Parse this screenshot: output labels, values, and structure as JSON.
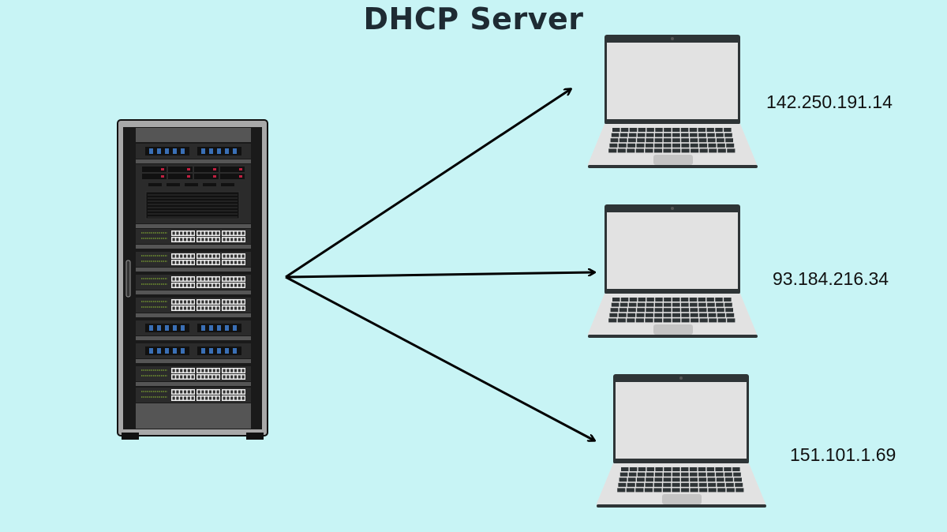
{
  "title": "DHCP Server",
  "server": {
    "name": "server-rack"
  },
  "clients": [
    {
      "ip": "142.250.191.14"
    },
    {
      "ip": "93.184.216.34"
    },
    {
      "ip": "151.101.1.69"
    }
  ],
  "colors": {
    "background": "#c8f4f5",
    "arrow": "#000000",
    "title": "#1e2b33"
  }
}
